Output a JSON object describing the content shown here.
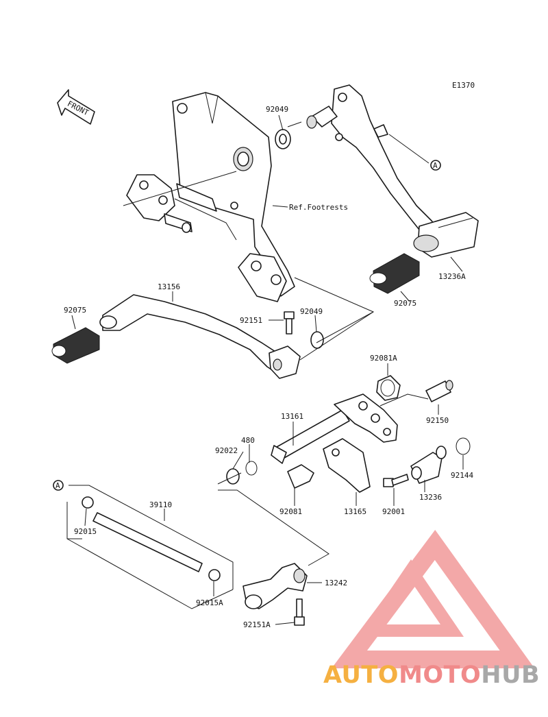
{
  "diagram_code": "E1370",
  "front_label": "FRONT",
  "reference_label": "Ref.Footrests",
  "marker": "A",
  "parts": {
    "p92049_top": "92049",
    "p92049_mid": "92049",
    "p13236A": "13236A",
    "p92075_right": "92075",
    "p92075_left": "92075",
    "p13156": "13156",
    "p92151": "92151",
    "p92081A": "92081A",
    "p92150": "92150",
    "p13161": "13161",
    "p480": "480",
    "p92022": "92022",
    "p92144": "92144",
    "p13236": "13236",
    "p92081": "92081",
    "p13165": "13165",
    "p92001": "92001",
    "p39110": "39110",
    "p92015": "92015",
    "p92015A": "92015A",
    "p13242": "13242",
    "p92151A": "92151A"
  },
  "watermark": {
    "part1": "AUTO",
    "part2": "MOTO",
    "part3": "HUB",
    "colors": {
      "orange": "#f5b041",
      "red": "#f08a8a",
      "gray": "#a8a8a8"
    }
  }
}
